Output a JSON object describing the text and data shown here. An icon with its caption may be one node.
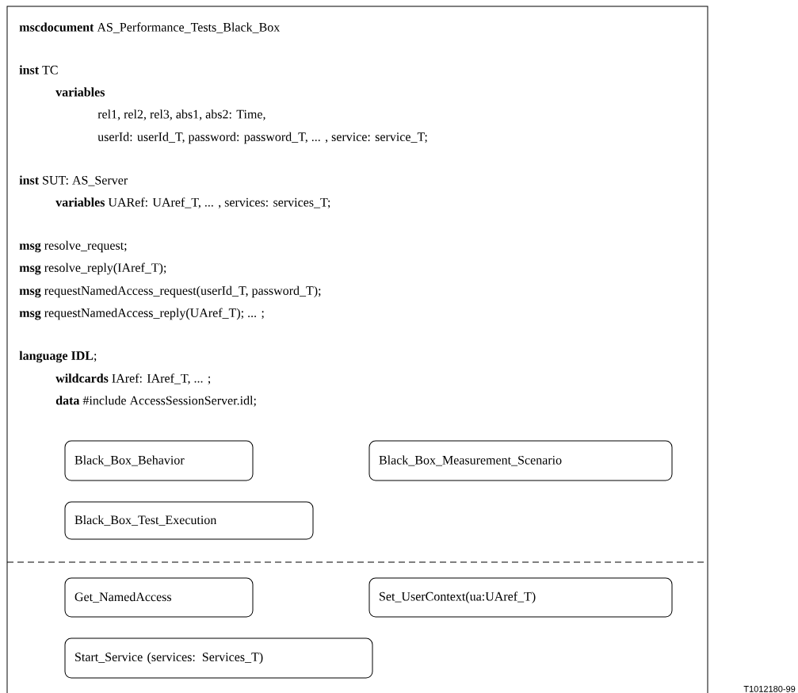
{
  "diagram": {
    "nodes": [
      {
        "text": [
          "**mscdocument** AS_Performance_Tests_Black_Box",
          "**inst** TC",
          "variables",
          "rel1, rel2, rel3, abs1, abs2: Time,",
          "userId: userId_T, password: password_T, ... , service: service_T;",
          "**inst** SUT: AS_Server",
          "**variables** UARef: UAref_T, ... , services: services_T;",
          "**msg** resolve_request;",
          "**msg** resolve_reply(IAref_T);",
          "**msg** requestNamedAccess_request(userId_T, password_T);",
          "**msg** requestNamedAccess_reply(UAref_T); ... ;",
          "**language IDL**;",
          "**wildcards** IAref: IAref_T,  ... ;",
          "**data** #include AccessSessionServer.idl;"
        ]
      },
      {
        "text": [
          "Black_Box_Behavior"
        ],
        "in": 0
      },
      {
        "text": [
          "Black_Box_Measurement_Scenario"
        ],
        "in": 0
      },
      {
        "text": [
          "Black_Box_Test_Execution"
        ],
        "in": 0
      },
      {
        "text": [
          "Get_NamedAccess"
        ],
        "in": 0
      },
      {
        "text": [
          "Set_UserContext(ua:UAref_T)"
        ],
        "in": 0
      },
      {
        "text": [
          "Start_Service (services: Services_T)"
        ],
        "in": 0
      }
    ],
    "edges": [],
    "labels": [
      "T1012180-99"
    ]
  }
}
